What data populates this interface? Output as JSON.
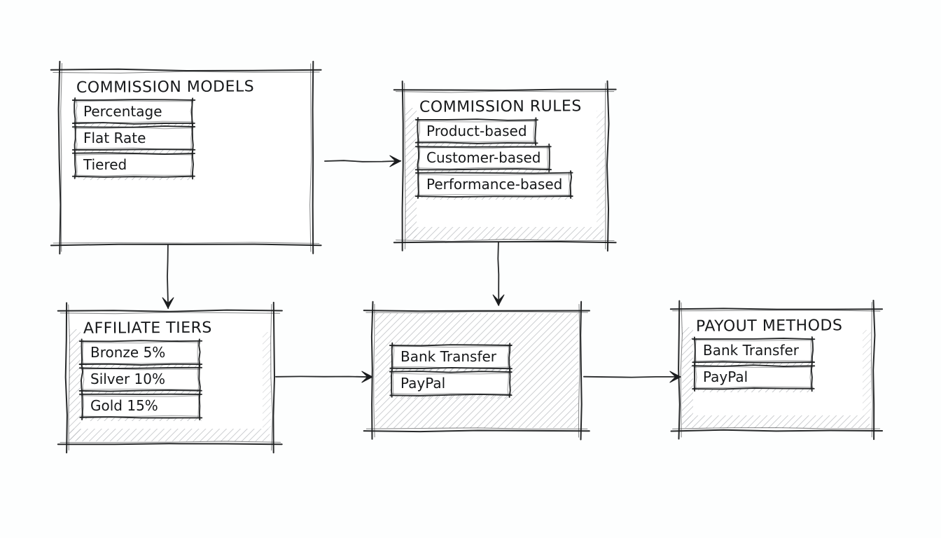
{
  "diagram": {
    "title_hidden": "",
    "style": "hand-drawn sketch flowchart",
    "ink_color": "#1b1d1f",
    "background_color": "#fdfefe",
    "hatch_color": "#b9bcc0"
  },
  "nodes": [
    {
      "id": "commission-models",
      "title": "COMMISSION MODELS",
      "has_title": true,
      "shaded": false,
      "items": [
        "Percentage",
        "Flat Rate",
        "Tiered"
      ]
    },
    {
      "id": "commission-rules",
      "title": "COMMISSION RULES",
      "has_title": true,
      "shaded": true,
      "items": [
        "Product-based",
        "Customer-based",
        "Performance-based"
      ]
    },
    {
      "id": "affiliate-tiers",
      "title": "AFFILIATE TIERS",
      "has_title": true,
      "shaded": true,
      "items": [
        "Bronze 5%",
        "Silver 10%",
        "Gold 15%"
      ]
    },
    {
      "id": "payment-processing",
      "title": "",
      "has_title": false,
      "shaded": true,
      "items": [
        "Bank Transfer",
        "PayPal"
      ]
    },
    {
      "id": "payout-methods",
      "title": "PAYOUT METHODS",
      "has_title": true,
      "shaded": true,
      "items": [
        "Bank Transfer",
        "PayPal"
      ]
    }
  ],
  "connectors": [
    {
      "id": "models-to-rules",
      "from": "commission-models",
      "to": "commission-rules",
      "direction": "right",
      "label": ""
    },
    {
      "id": "models-to-tiers",
      "from": "commission-models",
      "to": "affiliate-tiers",
      "direction": "down",
      "label": ""
    },
    {
      "id": "rules-to-payment",
      "from": "commission-rules",
      "to": "payment-processing",
      "direction": "down",
      "label": ""
    },
    {
      "id": "tiers-to-payment",
      "from": "affiliate-tiers",
      "to": "payment-processing",
      "direction": "right",
      "label": ""
    },
    {
      "id": "payment-to-payouts",
      "from": "payment-processing",
      "to": "payout-methods",
      "direction": "right",
      "label": ""
    }
  ]
}
